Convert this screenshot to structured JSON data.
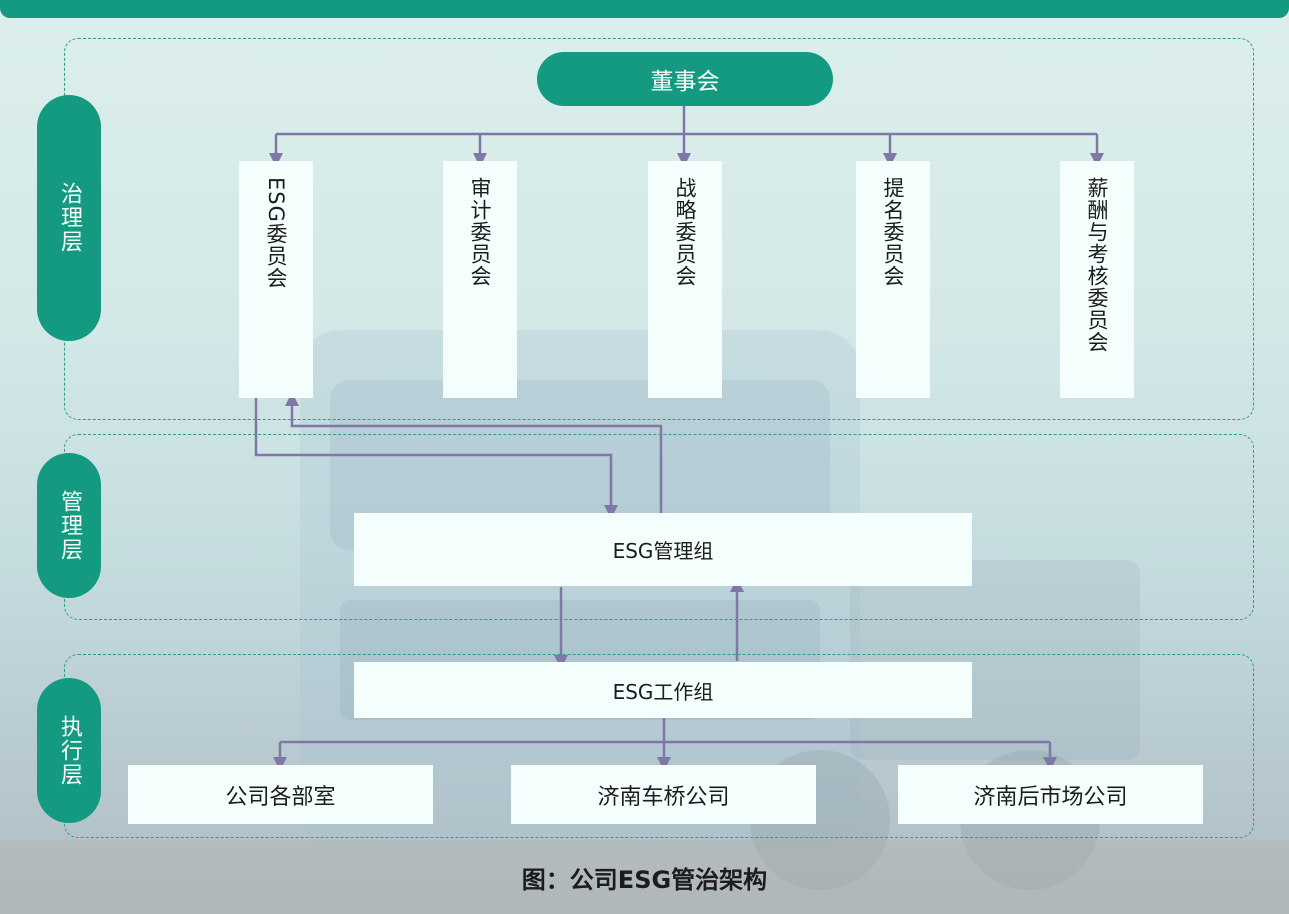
{
  "colors": {
    "accent": "#139a80",
    "connector": "#7f78a6",
    "box_fill": "#f4fffd"
  },
  "layers": {
    "governance": "治理层",
    "management": "管理层",
    "execution": "执行层"
  },
  "board": {
    "label": "董事会"
  },
  "committees": [
    {
      "label": "ESG委员会"
    },
    {
      "label": "审计委员会"
    },
    {
      "label": "战略委员会"
    },
    {
      "label": "提名委员会"
    },
    {
      "label": "薪酬与考核委员会"
    }
  ],
  "management_group": {
    "label": "ESG管理组"
  },
  "working_group": {
    "label": "ESG工作组"
  },
  "units": [
    {
      "label": "公司各部室"
    },
    {
      "label": "济南车桥公司"
    },
    {
      "label": "济南后市场公司"
    }
  ],
  "caption": "图：公司ESG管治架构"
}
